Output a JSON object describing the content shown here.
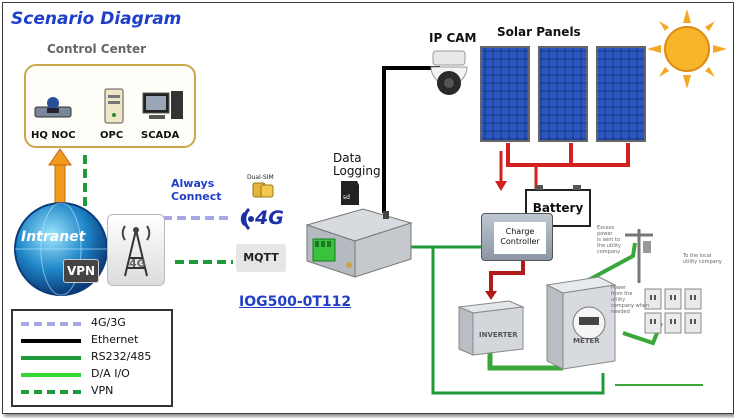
{
  "diagram": {
    "title": "Scenario Diagram",
    "control_center": {
      "title": "Control Center",
      "nodes": [
        "HQ NOC",
        "OPC",
        "SCADA"
      ]
    },
    "intranet_label": "Intranet",
    "vpn_label": "VPN",
    "cellular_tower_label": "4G",
    "always_connect": [
      "Always",
      "Connect"
    ],
    "dual_sim": "Dual-SIM",
    "four_g": "4G",
    "mqtt": "MQTT",
    "device_name": "IOG500-0T112",
    "data_logging": [
      "Data",
      "Logging"
    ],
    "ip_cam": "IP CAM",
    "solar_panels": "Solar Panels",
    "battery": "Battery",
    "charge_controller": [
      "Charge",
      "Controller"
    ],
    "inverter": "INVERTER",
    "meter": "METER",
    "note_excess": [
      "Excess",
      "power",
      "is sent to",
      "the utility",
      "company"
    ],
    "note_local": [
      "To the local",
      "utility company"
    ],
    "note_power": [
      "Power",
      "from the",
      "utility",
      "company when",
      "needed"
    ],
    "legend": [
      {
        "label": "4G/3G",
        "color": "#a7a7e6",
        "style": "dashed"
      },
      {
        "label": "Ethernet",
        "color": "#000000",
        "style": "solid"
      },
      {
        "label": "RS232/485",
        "color": "#1f9a3a",
        "style": "solid"
      },
      {
        "label": "D/A I/O",
        "color": "#33d633",
        "style": "solid"
      },
      {
        "label": "VPN",
        "color": "#1f9a3a",
        "style": "dashed"
      }
    ]
  }
}
